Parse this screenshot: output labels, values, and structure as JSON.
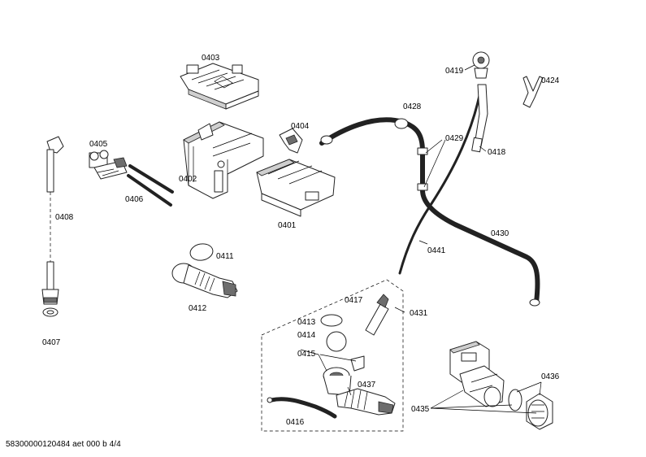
{
  "document_code": "58300000120484 aet 000 b 4/4",
  "labels": {
    "p0401": "0401",
    "p0402": "0402",
    "p0403": "0403",
    "p0404": "0404",
    "p0405": "0405",
    "p0406": "0406",
    "p0407": "0407",
    "p0408": "0408",
    "p0411": "0411",
    "p0412": "0412",
    "p0413": "0413",
    "p0414": "0414",
    "p0415": "0415",
    "p0416": "0416",
    "p0417": "0417",
    "p0418": "0418",
    "p0419": "0419",
    "p0424": "0424",
    "p0428": "0428",
    "p0429": "0429",
    "p0430": "0430",
    "p0431": "0431",
    "p0435": "0435",
    "p0436": "0436",
    "p0437": "0437",
    "p0441": "0441"
  }
}
